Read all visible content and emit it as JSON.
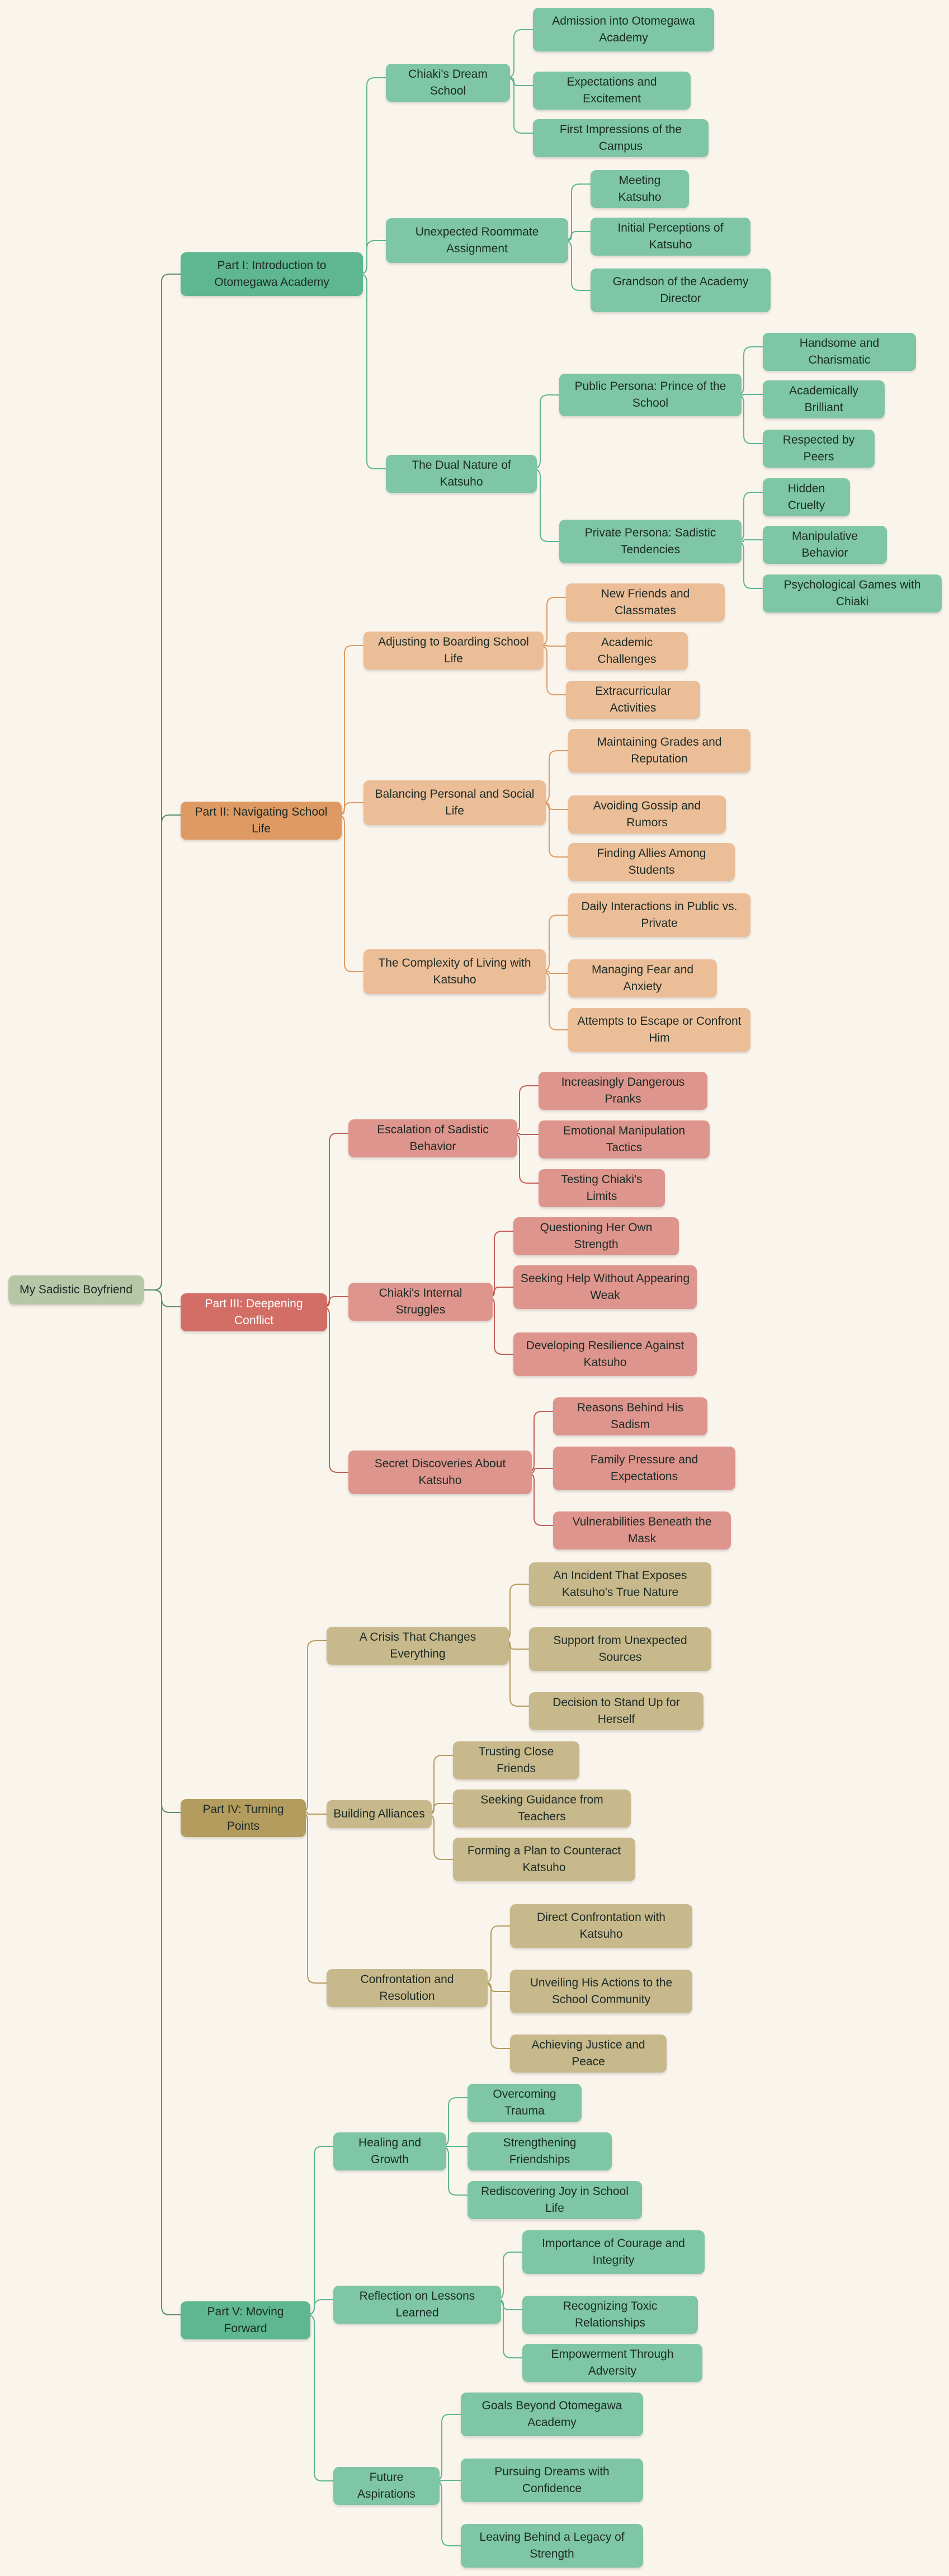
{
  "colors": {
    "background": "#f9f4ec",
    "root": "#b6c6a6",
    "part1": "#5eb791",
    "part1_child": "#7ec6a5",
    "part1_edge": "#5eb791",
    "part2": "#df9a63",
    "part2_child": "#ebbe98",
    "part2_edge": "#df9a63",
    "part3": "#d36e66",
    "part3_child": "#de958d",
    "part3_edge": "#c45f57",
    "part4": "#b49c5f",
    "part4_child": "#c8b98c",
    "part4_edge": "#b49c5f",
    "part5": "#5eb791",
    "part5_child": "#7ec6a5",
    "part5_edge": "#5eb791",
    "root_edge": "#5e8e6c"
  },
  "mindmap": {
    "root": "My Sadistic Boyfriend",
    "parts": [
      {
        "label": "Part I: Introduction to Otomegawa Academy",
        "children": [
          {
            "label": "Chiaki's Dream School",
            "children": [
              "Admission into Otomegawa Academy",
              "Expectations and Excitement",
              "First Impressions of the Campus"
            ]
          },
          {
            "label": "Unexpected Roommate Assignment",
            "children": [
              "Meeting Katsuho",
              "Initial Perceptions of Katsuho",
              "Grandson of the Academy Director"
            ]
          },
          {
            "label": "The Dual Nature of Katsuho",
            "children": [
              {
                "label": "Public Persona: Prince of the School",
                "children": [
                  "Handsome and Charismatic",
                  "Academically Brilliant",
                  "Respected by Peers"
                ]
              },
              {
                "label": "Private Persona: Sadistic Tendencies",
                "children": [
                  "Hidden Cruelty",
                  "Manipulative Behavior",
                  "Psychological Games with Chiaki"
                ]
              }
            ]
          }
        ]
      },
      {
        "label": "Part II: Navigating School Life",
        "children": [
          {
            "label": "Adjusting to Boarding School Life",
            "children": [
              "New Friends and Classmates",
              "Academic Challenges",
              "Extracurricular Activities"
            ]
          },
          {
            "label": "Balancing Personal and Social Life",
            "children": [
              "Maintaining Grades and Reputation",
              "Avoiding Gossip and Rumors",
              "Finding Allies Among Students"
            ]
          },
          {
            "label": "The Complexity of Living with Katsuho",
            "children": [
              "Daily Interactions in Public vs. Private",
              "Managing Fear and Anxiety",
              "Attempts to Escape or Confront Him"
            ]
          }
        ]
      },
      {
        "label": "Part III: Deepening Conflict",
        "children": [
          {
            "label": "Escalation of Sadistic Behavior",
            "children": [
              "Increasingly Dangerous Pranks",
              "Emotional Manipulation Tactics",
              "Testing Chiaki's Limits"
            ]
          },
          {
            "label": "Chiaki's Internal Struggles",
            "children": [
              "Questioning Her Own Strength",
              "Seeking Help Without Appearing Weak",
              "Developing Resilience Against Katsuho"
            ]
          },
          {
            "label": "Secret Discoveries About Katsuho",
            "children": [
              "Reasons Behind His Sadism",
              "Family Pressure and Expectations",
              "Vulnerabilities Beneath the Mask"
            ]
          }
        ]
      },
      {
        "label": "Part IV: Turning Points",
        "children": [
          {
            "label": "A Crisis That Changes Everything",
            "children": [
              "An Incident That Exposes Katsuho's True Nature",
              "Support from Unexpected Sources",
              "Decision to Stand Up for Herself"
            ]
          },
          {
            "label": "Building Alliances",
            "children": [
              "Trusting Close Friends",
              "Seeking Guidance from Teachers",
              "Forming a Plan to Counteract Katsuho"
            ]
          },
          {
            "label": "Confrontation and Resolution",
            "children": [
              "Direct Confrontation with Katsuho",
              "Unveiling His Actions to the School Community",
              "Achieving Justice and Peace"
            ]
          }
        ]
      },
      {
        "label": "Part V: Moving Forward",
        "children": [
          {
            "label": "Healing and Growth",
            "children": [
              "Overcoming Trauma",
              "Strengthening Friendships",
              "Rediscovering Joy in School Life"
            ]
          },
          {
            "label": "Reflection on Lessons Learned",
            "children": [
              "Importance of Courage and Integrity",
              "Recognizing Toxic Relationships",
              "Empowerment Through Adversity"
            ]
          },
          {
            "label": "Future Aspirations",
            "children": [
              "Goals Beyond Otomegawa Academy",
              "Pursuing Dreams with Confidence",
              "Leaving Behind a Legacy of Strength"
            ]
          }
        ]
      }
    ]
  }
}
